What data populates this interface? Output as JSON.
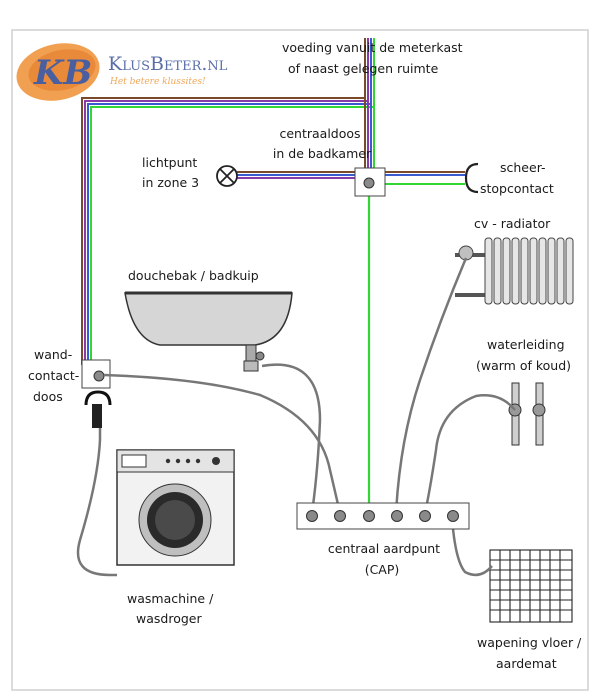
{
  "logo": {
    "mark": "KB",
    "brand": "KlusBeter.nl",
    "slogan": "Het betere klussites!"
  },
  "labels": {
    "supply_line1": "voeding vanuit de meterkast",
    "supply_line2": "of naast gelegen ruimte",
    "junction_line1": "centraaldoos",
    "junction_line2": "in de badkamer",
    "light_line1": "lichtpunt",
    "light_line2": "in zone 3",
    "shaver_line1": "scheer-",
    "shaver_line2": "stopcontact",
    "radiator": "cv - radiator",
    "tub": "douchebak / badkuip",
    "water_line1": "waterleiding",
    "water_line2": "(warm of koud)",
    "socket_line1": "wand-",
    "socket_line2": "contact-",
    "socket_line3": "doos",
    "cap_line1": "centraal aardpunt",
    "cap_line2": "(CAP)",
    "washer_line1": "wasmachine /",
    "washer_line2": "wasdroger",
    "mat_line1": "wapening vloer /",
    "mat_line2": "aardemat"
  },
  "colors": {
    "frame": "#c8c8c8",
    "wire_earth": "#33d633",
    "wire_phase": "#7a4a2a",
    "wire_neutral": "#3a5bd0",
    "wire_other": "#8a3aa8",
    "bonding_cable": "#777777",
    "terminal": "#8a8a8a"
  },
  "icons": [
    "logo-mark",
    "lamp-icon",
    "shaver-socket-icon",
    "radiator-icon",
    "tub-icon",
    "pipes-icon",
    "wall-socket-icon",
    "washing-machine-icon",
    "earth-mat-icon",
    "cap-terminal-strip"
  ]
}
